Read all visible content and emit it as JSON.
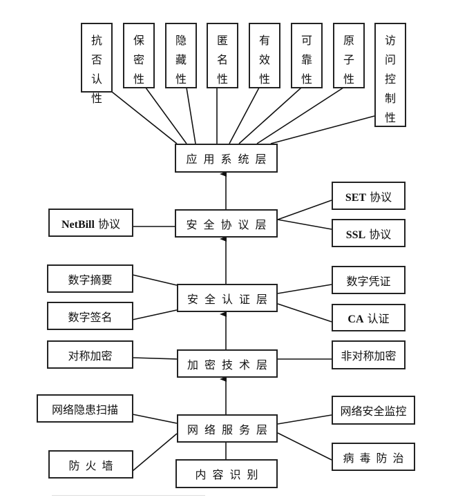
{
  "diagram": {
    "properties": [
      {
        "id": "non-repudiation",
        "label": "抗否认性"
      },
      {
        "id": "confidentiality",
        "label": "保密性"
      },
      {
        "id": "concealment",
        "label": "隐藏性"
      },
      {
        "id": "anonymity",
        "label": "匿名性"
      },
      {
        "id": "validity",
        "label": "有效性"
      },
      {
        "id": "reliability",
        "label": "可靠性"
      },
      {
        "id": "atomicity",
        "label": "原子性"
      },
      {
        "id": "access-control",
        "label": "访问控制性"
      }
    ],
    "layers": {
      "application": {
        "label": "应用系统层"
      },
      "protocol": {
        "label": "安全协议层"
      },
      "authentication": {
        "label": "安全认证层"
      },
      "encryption": {
        "label": "加密技术层"
      },
      "network": {
        "label": "网络服务层"
      }
    },
    "protocol_items": {
      "netbill": {
        "latin": "NetBill",
        "suffix": " 协议"
      },
      "set": {
        "latin": "SET",
        "suffix": " 协议"
      },
      "ssl": {
        "latin": "SSL",
        "suffix": " 协议"
      }
    },
    "auth_items": {
      "digest": "数字摘要",
      "signature": "数字签名",
      "certificate": "数字凭证",
      "ca": {
        "latin": "CA",
        "suffix": " 认证"
      }
    },
    "encryption_items": {
      "symmetric": "对称加密",
      "asymmetric": "非对称加密"
    },
    "network_items": {
      "vuln_scan": "网络隐患扫描",
      "firewall": "防火墙",
      "monitor": "网络安全监控",
      "antivirus": "病毒防治",
      "content": "内容识别"
    }
  }
}
